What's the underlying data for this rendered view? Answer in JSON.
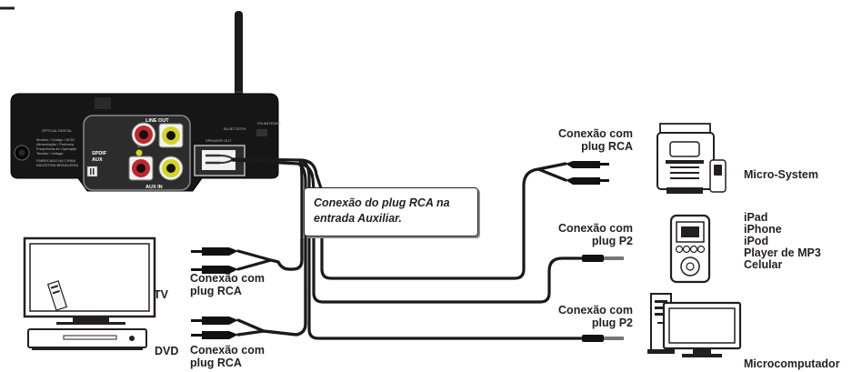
{
  "callout": {
    "line1": "Conexão do plug RCA na",
    "line2": "entrada Auxiliar."
  },
  "connections": {
    "rca_top": {
      "line1": "Conexão com",
      "line2": "plug RCA"
    },
    "p2_middle": {
      "line1": "Conexão com",
      "line2": "plug P2"
    },
    "p2_bottom": {
      "line1": "Conexão com",
      "line2": "plug P2"
    },
    "tv_rca": {
      "line1": "Conexão com",
      "line2": "plug RCA"
    },
    "dvd_rca": {
      "line1": "Conexão com",
      "line2": "plug RCA"
    }
  },
  "devices": {
    "tv": "TV",
    "dvd": "DVD",
    "micro_system": "Micro-System",
    "portable": [
      "iPad",
      "iPhone",
      "iPod",
      "Player de MP3",
      "Celular"
    ],
    "computer": "Microcomputador"
  },
  "panel_labels": {
    "line_out": "LINE OUT",
    "aux_in": "AUX IN",
    "spdif": "SPDIF",
    "aux": "AUX",
    "bluetooth": "BLUETOOTH",
    "fm_antenna": "FM ANTENNA",
    "speaker_out": "SPEAKER OUT",
    "optical": "OPTICAL DIGITAL"
  },
  "colors": {
    "ink": "#231f20",
    "rca_red": "#c1272d",
    "rca_yellow": "#d6d327",
    "device_body": "#1a1a1a"
  }
}
